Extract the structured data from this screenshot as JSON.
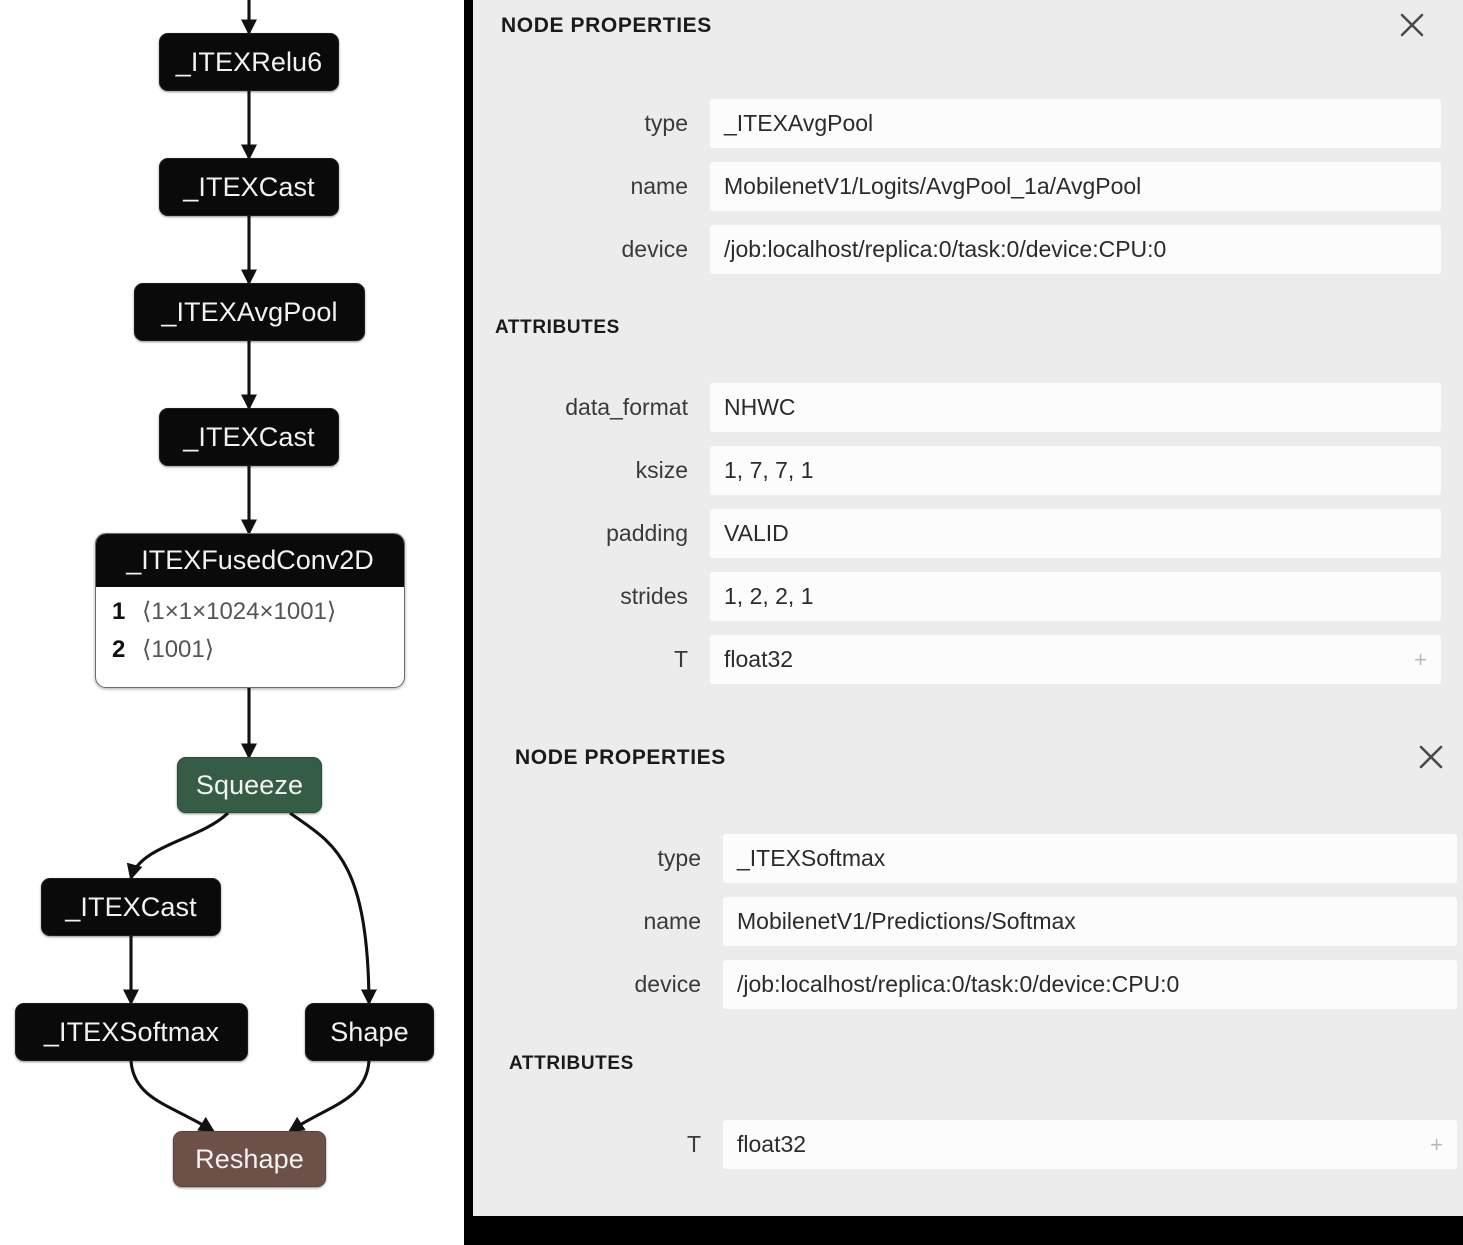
{
  "graph": {
    "title": "model-graph",
    "nodes": [
      {
        "id": "relu6",
        "label": "_ITEXRelu6",
        "style": "black"
      },
      {
        "id": "cast1",
        "label": "_ITEXCast",
        "style": "black"
      },
      {
        "id": "avgpool",
        "label": "_ITEXAvgPool",
        "style": "black"
      },
      {
        "id": "cast2",
        "label": "_ITEXCast",
        "style": "black"
      },
      {
        "id": "conv",
        "label": "_ITEXFusedConv2D",
        "style": "composite",
        "attributes": [
          {
            "index": "1",
            "shape": "⟨1×1×1024×1001⟩"
          },
          {
            "index": "2",
            "shape": "⟨1001⟩"
          }
        ]
      },
      {
        "id": "squeeze",
        "label": "Squeeze",
        "style": "green"
      },
      {
        "id": "cast3",
        "label": "_ITEXCast",
        "style": "black"
      },
      {
        "id": "softmax",
        "label": "_ITEXSoftmax",
        "style": "black"
      },
      {
        "id": "shape",
        "label": "Shape",
        "style": "black"
      },
      {
        "id": "reshape",
        "label": "Reshape",
        "style": "brown"
      }
    ],
    "colors": {
      "node_black": "#0a0a0a",
      "node_green": "#355c45",
      "node_brown": "#6d5149",
      "edge": "#111111",
      "canvas": "#ffffff"
    }
  },
  "sidebar": {
    "background": "#ececec",
    "panels": [
      {
        "title": "NODE PROPERTIES",
        "close_label": "×",
        "properties": [
          {
            "label": "type",
            "value": "_ITEXAvgPool"
          },
          {
            "label": "name",
            "value": "MobilenetV1/Logits/AvgPool_1a/AvgPool"
          },
          {
            "label": "device",
            "value": "/job:localhost/replica:0/task:0/device:CPU:0"
          }
        ],
        "attributes_title": "ATTRIBUTES",
        "attributes": [
          {
            "label": "data_format",
            "value": "NHWC",
            "expandable": false
          },
          {
            "label": "ksize",
            "value": "1, 7, 7, 1",
            "expandable": false
          },
          {
            "label": "padding",
            "value": "VALID",
            "expandable": false
          },
          {
            "label": "strides",
            "value": "1, 2, 2, 1",
            "expandable": false
          },
          {
            "label": "T",
            "value": "float32",
            "expandable": true,
            "expander": "+"
          }
        ]
      },
      {
        "title": "NODE PROPERTIES",
        "close_label": "×",
        "properties": [
          {
            "label": "type",
            "value": "_ITEXSoftmax"
          },
          {
            "label": "name",
            "value": "MobilenetV1/Predictions/Softmax"
          },
          {
            "label": "device",
            "value": "/job:localhost/replica:0/task:0/device:CPU:0"
          }
        ],
        "attributes_title": "ATTRIBUTES",
        "attributes": [
          {
            "label": "T",
            "value": "float32",
            "expandable": true,
            "expander": "+"
          }
        ]
      }
    ]
  }
}
